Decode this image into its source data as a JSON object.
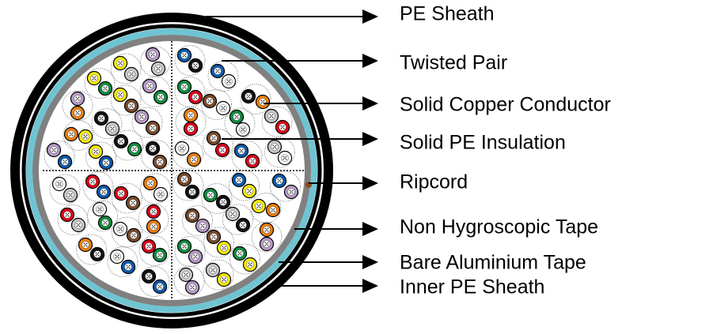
{
  "labels": [
    {
      "id": "pe-sheath",
      "text": "PE Sheath"
    },
    {
      "id": "twisted-pair",
      "text": "Twisted Pair"
    },
    {
      "id": "solid-copper-conductor",
      "text": "Solid Copper Conductor"
    },
    {
      "id": "solid-pe-insulation",
      "text": "Solid PE Insulation"
    },
    {
      "id": "ripcord",
      "text": "Ripcord"
    },
    {
      "id": "non-hygroscopic-tape",
      "text": "Non Hygroscopic Tape"
    },
    {
      "id": "bare-aluminium-tape",
      "text": "Bare Aluminium Tape"
    },
    {
      "id": "inner-pe-sheath",
      "text": "Inner PE Sheath"
    }
  ],
  "colors": {
    "sheath": "#000000",
    "non_hygroscopic_tape": "#808080",
    "aluminium_tape": "#6fc4d2",
    "ripcord": "#8b4a1c",
    "wire": {
      "blue": "#0a5cb0",
      "black": "#111111",
      "white": "#ffffff",
      "gray": "#c9c9c9",
      "purple": "#b899c9",
      "green": "#0b8f3e",
      "red": "#e2001a",
      "orange": "#ef7f0a",
      "yellow": "#fff200",
      "brown": "#7b4a28"
    }
  }
}
